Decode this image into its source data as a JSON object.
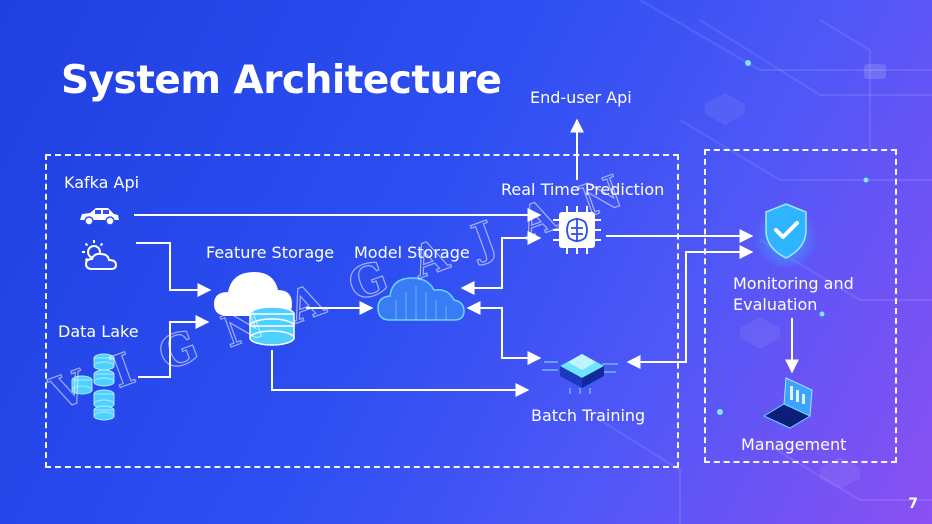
{
  "title": "System Architecture",
  "page_number": "7",
  "labels": {
    "kafka_api": "Kafka Api",
    "data_lake": "Data Lake",
    "feature_storage": "Feature Storage",
    "model_storage": "Model Storage",
    "real_time_prediction": "Real Time Prediction",
    "end_user_api": "End-user Api",
    "batch_training": "Batch Training",
    "monitoring": "Monitoring and Evaluation",
    "management": "Management"
  },
  "watermark": "VIGNAGAJAN",
  "colors": {
    "accent_cyan": "#35c8ff",
    "background_start": "#1f3fe0",
    "background_end": "#8b50f2"
  },
  "icons": {
    "car": "car-icon",
    "weather": "sun-cloud-icon",
    "data_lake": "database-stack-icon",
    "feature_storage": "cloud-database-icon",
    "model_storage": "cloud-icon",
    "prediction": "ai-chip-icon",
    "batch_training": "server-chip-icon",
    "monitoring": "shield-check-icon",
    "management": "laptop-icon"
  }
}
